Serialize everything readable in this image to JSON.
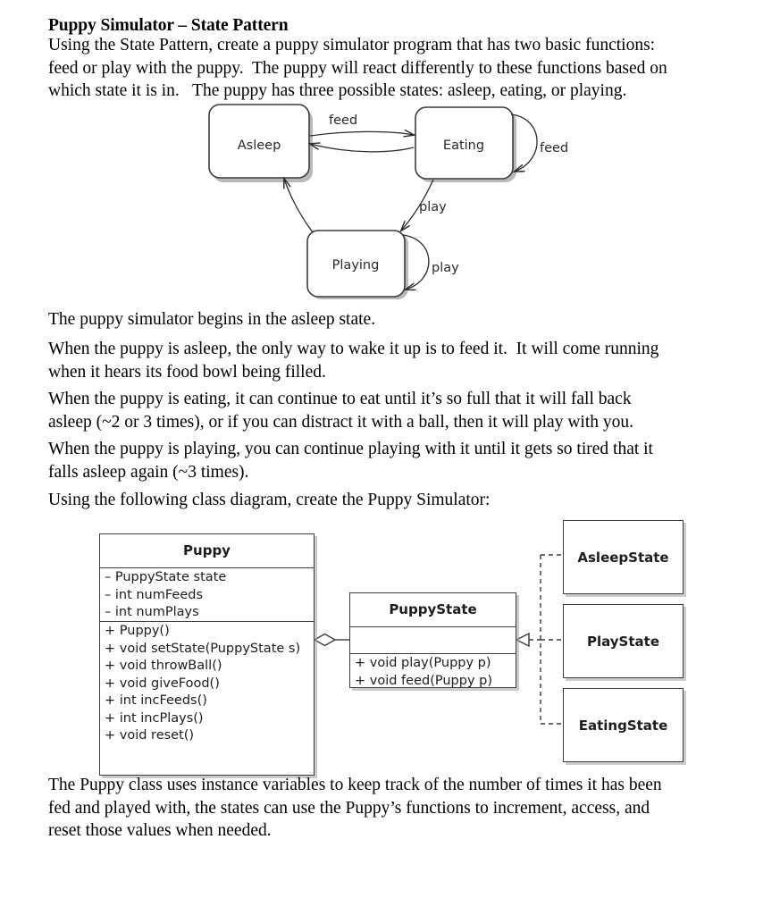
{
  "document": {
    "title": "Puppy Simulator – State Pattern",
    "paragraphs": [
      "Using the State Pattern, create a puppy simulator program that has two basic functions:\nfeed or play with the puppy.  The puppy will react differently to these functions based on\nwhich state it is in.   The puppy has three possible states: asleep, eating, or playing.",
      "The puppy simulator begins in the asleep state.",
      "When the puppy is asleep, the only way to wake it up is to feed it.  It will come running\nwhen it hears its food bowl being filled.",
      "When the puppy is eating, it can continue to eat until it’s so full that it will fall back\nasleep (~2 or 3 times), or if you can distract it with a ball, then it will play with you.",
      "When the puppy is playing, you can continue playing with it until it gets so tired that it\nfalls asleep again (~3 times).",
      "Using the following class diagram, create the Puppy Simulator:",
      "The Puppy class uses instance variables to keep track of the number of times it has been\nfed and played with, the states can use the Puppy’s functions to increment, access, and\nreset those values when needed."
    ]
  },
  "state_diagram": {
    "states": [
      {
        "id": "asleep",
        "label": "Asleep"
      },
      {
        "id": "eating",
        "label": "Eating"
      },
      {
        "id": "playing",
        "label": "Playing"
      }
    ],
    "transitions": [
      {
        "from": "asleep",
        "to": "eating",
        "label": "feed"
      },
      {
        "from": "eating",
        "to": "asleep",
        "label": ""
      },
      {
        "from": "eating",
        "to": "eating",
        "label": "feed"
      },
      {
        "from": "eating",
        "to": "playing",
        "label": "play"
      },
      {
        "from": "playing",
        "to": "playing",
        "label": "play"
      },
      {
        "from": "playing",
        "to": "asleep",
        "label": ""
      }
    ],
    "edge_labels": {
      "asleep_eating": "feed",
      "eating_self": "feed",
      "eating_playing": "play",
      "playing_self": "play"
    }
  },
  "class_diagram": {
    "classes": [
      {
        "id": "puppy",
        "name": "Puppy",
        "attributes": [
          "– PuppyState state",
          "– int numFeeds",
          "– int numPlays"
        ],
        "operations": [
          "+ Puppy()",
          "+ void setState(PuppyState s)",
          "+ void throwBall()",
          "+ void giveFood()",
          "+ int incFeeds()",
          "+ int incPlays()",
          "+ void reset()"
        ]
      },
      {
        "id": "puppystate",
        "name": "PuppyState",
        "attributes": [],
        "operations": [
          "+ void play(Puppy p)",
          "+ void feed(Puppy p)"
        ]
      },
      {
        "id": "asleepstate",
        "name": "AsleepState",
        "attributes": [],
        "operations": []
      },
      {
        "id": "playstate",
        "name": "PlayState",
        "attributes": [],
        "operations": []
      },
      {
        "id": "eatingstate",
        "name": "EatingState",
        "attributes": [],
        "operations": []
      }
    ],
    "relationships": [
      {
        "type": "aggregation",
        "from": "puppy",
        "to": "puppystate"
      },
      {
        "type": "realization",
        "from": "asleepstate",
        "to": "puppystate"
      },
      {
        "type": "realization",
        "from": "playstate",
        "to": "puppystate"
      },
      {
        "type": "realization",
        "from": "eatingstate",
        "to": "puppystate"
      }
    ]
  },
  "colors": {
    "text": "#000000",
    "diagram_stroke": "#3c3c3c",
    "diagram_text": "#1d1d1d",
    "shadow": "#a0a0a0",
    "page_background": "#ffffff"
  }
}
